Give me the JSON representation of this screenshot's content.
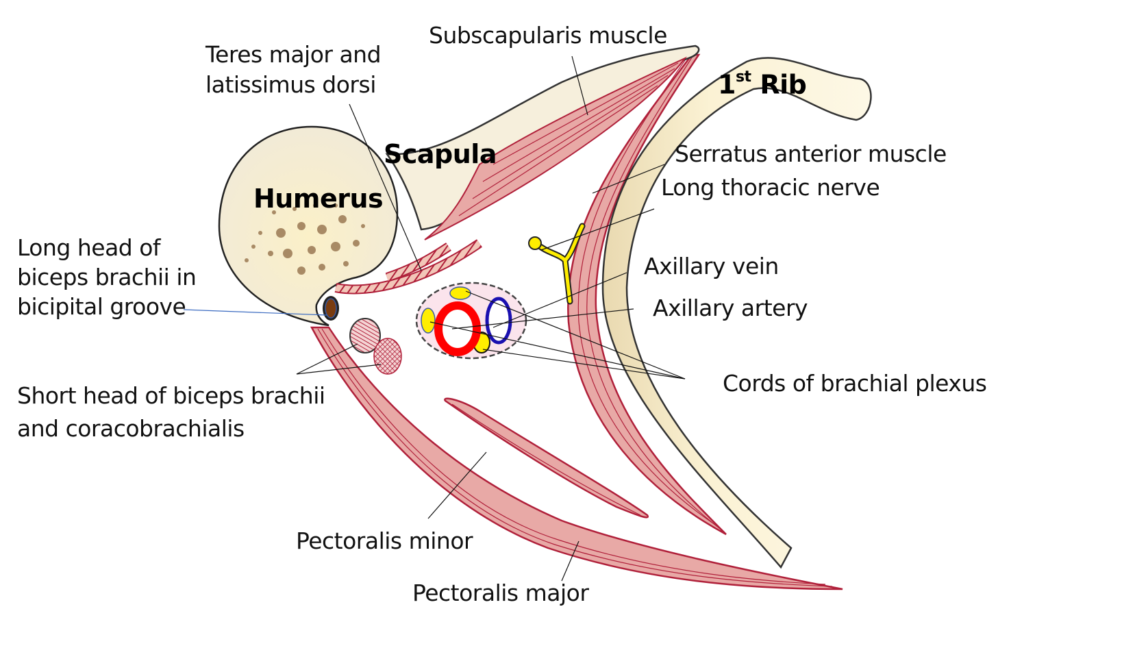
{
  "title": "Cross-section of the axilla",
  "structures": {
    "humerus": "Humerus",
    "scapula": "Scapula",
    "rib_number": "1",
    "rib_suffix": "st",
    "rib_word": "Rib"
  },
  "labels": {
    "teres_line1": "Teres major and",
    "teres_line2": "latissimus dorsi",
    "subscapularis": "Subscapularis muscle",
    "serratus": "Serratus anterior muscle",
    "long_thoracic": "Long thoracic nerve",
    "axillary_vein": "Axillary vein",
    "axillary_artery": "Axillary artery",
    "cords": "Cords of brachial plexus",
    "long_head_line1": "Long head of",
    "long_head_line2": "biceps brachii in",
    "long_head_line3": "bicipital groove",
    "short_head_line1": "Short head of biceps brachii",
    "short_head_line2": "and coracobrachialis",
    "pec_minor": "Pectoralis minor",
    "pec_major": "Pectoralis major"
  },
  "colors": {
    "bone": "#f7efd2",
    "muscle": "#e8a9a6",
    "muscle_line": "#b0203a",
    "artery": "#ff0000",
    "vein": "#1a10b0",
    "nerve": "#ffee00",
    "sheath": "#fbe4ec"
  }
}
